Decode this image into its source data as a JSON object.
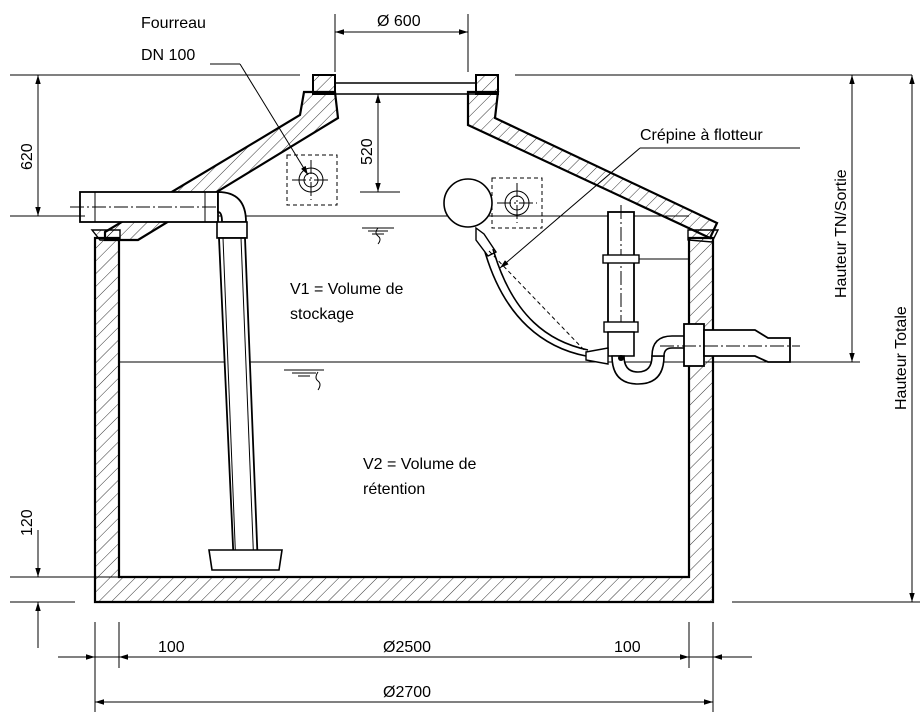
{
  "labels": {
    "top_opening": "Ø 600",
    "fourreau_line1": "Fourreau",
    "fourreau_line2": "DN 100",
    "dim_620": "620",
    "dim_520": "520",
    "crepine": "Crépine à flotteur",
    "v1_line1": "V1 = Volume de",
    "v1_line2": "stockage",
    "v2_line1": "V2 = Volume de",
    "v2_line2": "rétention",
    "dim_120": "120",
    "hauteur_tn": "Hauteur TN/Sortie",
    "hauteur_totale": "Hauteur Totale",
    "dim_100_left": "100",
    "dim_2500": "Ø2500",
    "dim_100_right": "100",
    "dim_2700": "Ø2700"
  },
  "colors": {
    "line": "#000000",
    "background": "#ffffff"
  }
}
